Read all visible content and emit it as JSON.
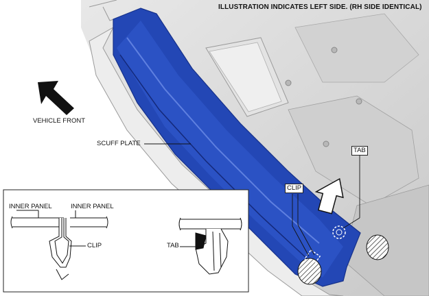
{
  "header": {
    "note": "ILLUSTRATION INDICATES LEFT SIDE. (RH SIDE IDENTICAL)"
  },
  "callouts": {
    "vehicle_front": "VEHICLE FRONT",
    "scuff_plate": "SCUFF PLATE",
    "tab": "TAB",
    "clip": "CLIP"
  },
  "detail_inset": {
    "inner_panel_left": "INNER PANEL",
    "inner_panel_right": "INNER PANEL",
    "clip": "CLIP",
    "tab": "TAB"
  },
  "colors": {
    "scuff_plate": "#2347b5",
    "scuff_plate_dark": "#16318a",
    "body_grey": "#d9d9d9",
    "arrow": "#111111"
  }
}
